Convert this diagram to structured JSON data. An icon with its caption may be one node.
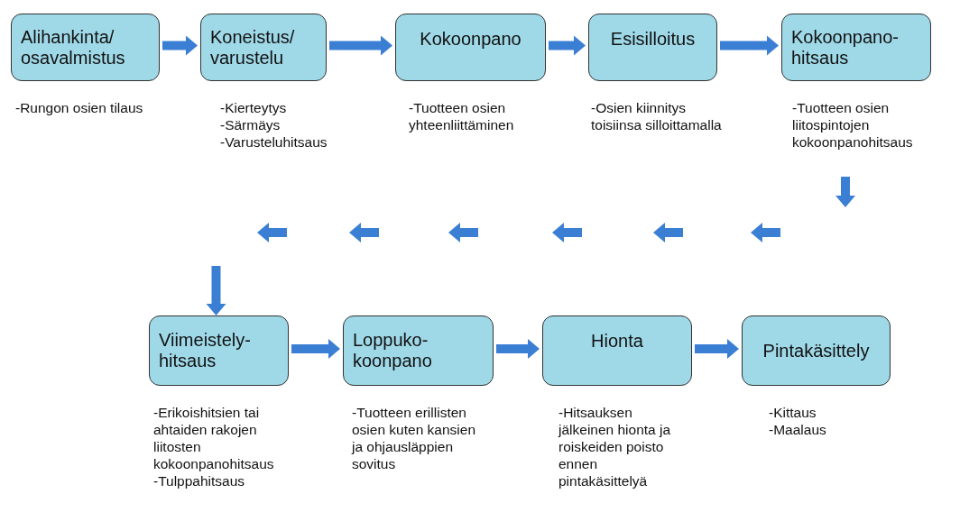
{
  "diagram": {
    "nodes": [
      {
        "text": [
          "Alihankinta/ osavalmistus"
        ],
        "beside": [
          "-Rungon osien tilaus"
        ]
      },
      {
        "text": [
          "Koneistus/ varustelu"
        ],
        "beside": [
          "-Kierteytys",
          "-Särmäys",
          "-Varusteluhitsaus"
        ]
      },
      {
        "text": [
          "Kokoonpano"
        ],
        "beside": [
          "-Tuotteen osien yhteenliittäminen"
        ]
      },
      {
        "text": [
          "Esisilloitus"
        ],
        "beside": [
          "-Osien kiinnitys toisiinsa silloittamalla"
        ]
      },
      {
        "text": [
          "Kokoonpano- hitsaus"
        ],
        "beside": [
          "-Tuotteen osien liitospintojen kokoonpanohitsaus"
        ]
      },
      {
        "text": [
          "Viimeistely- hitsaus"
        ],
        "beside": [
          "-Erikoishitsien tai ahtaiden rakojen liitosten kokoonpanohitsaus",
          "-Tulppahitsaus"
        ]
      },
      {
        "text": [
          "Loppuko- koonpano"
        ],
        "beside": [
          "-Tuotteen erillisten osien kuten kansien ja ohjausläppien sovitus"
        ]
      },
      {
        "text": [
          "Hionta"
        ],
        "beside": [
          "-Hitsauksen jälkeinen hionta ja roiskeiden poisto ennen pintakäsittelyä"
        ]
      },
      {
        "text": [
          "Pintakäsittely"
        ],
        "beside": [
          "-Kittaus",
          "-Maalaus"
        ]
      }
    ],
    "edges": [
      {
        "from": 0,
        "to": 1,
        "arrow": "to"
      },
      {
        "from": 1,
        "to": 2,
        "arrow": "to"
      },
      {
        "from": 2,
        "to": 3,
        "arrow": "to"
      },
      {
        "from": 3,
        "to": 4,
        "arrow": "to"
      },
      {
        "from": 4,
        "to": 5,
        "arrow": "to",
        "style": "dashed"
      },
      {
        "from": 5,
        "to": 6,
        "arrow": "to"
      },
      {
        "from": 6,
        "to": 7,
        "arrow": "to"
      },
      {
        "from": 7,
        "to": 8,
        "arrow": "to"
      }
    ]
  }
}
